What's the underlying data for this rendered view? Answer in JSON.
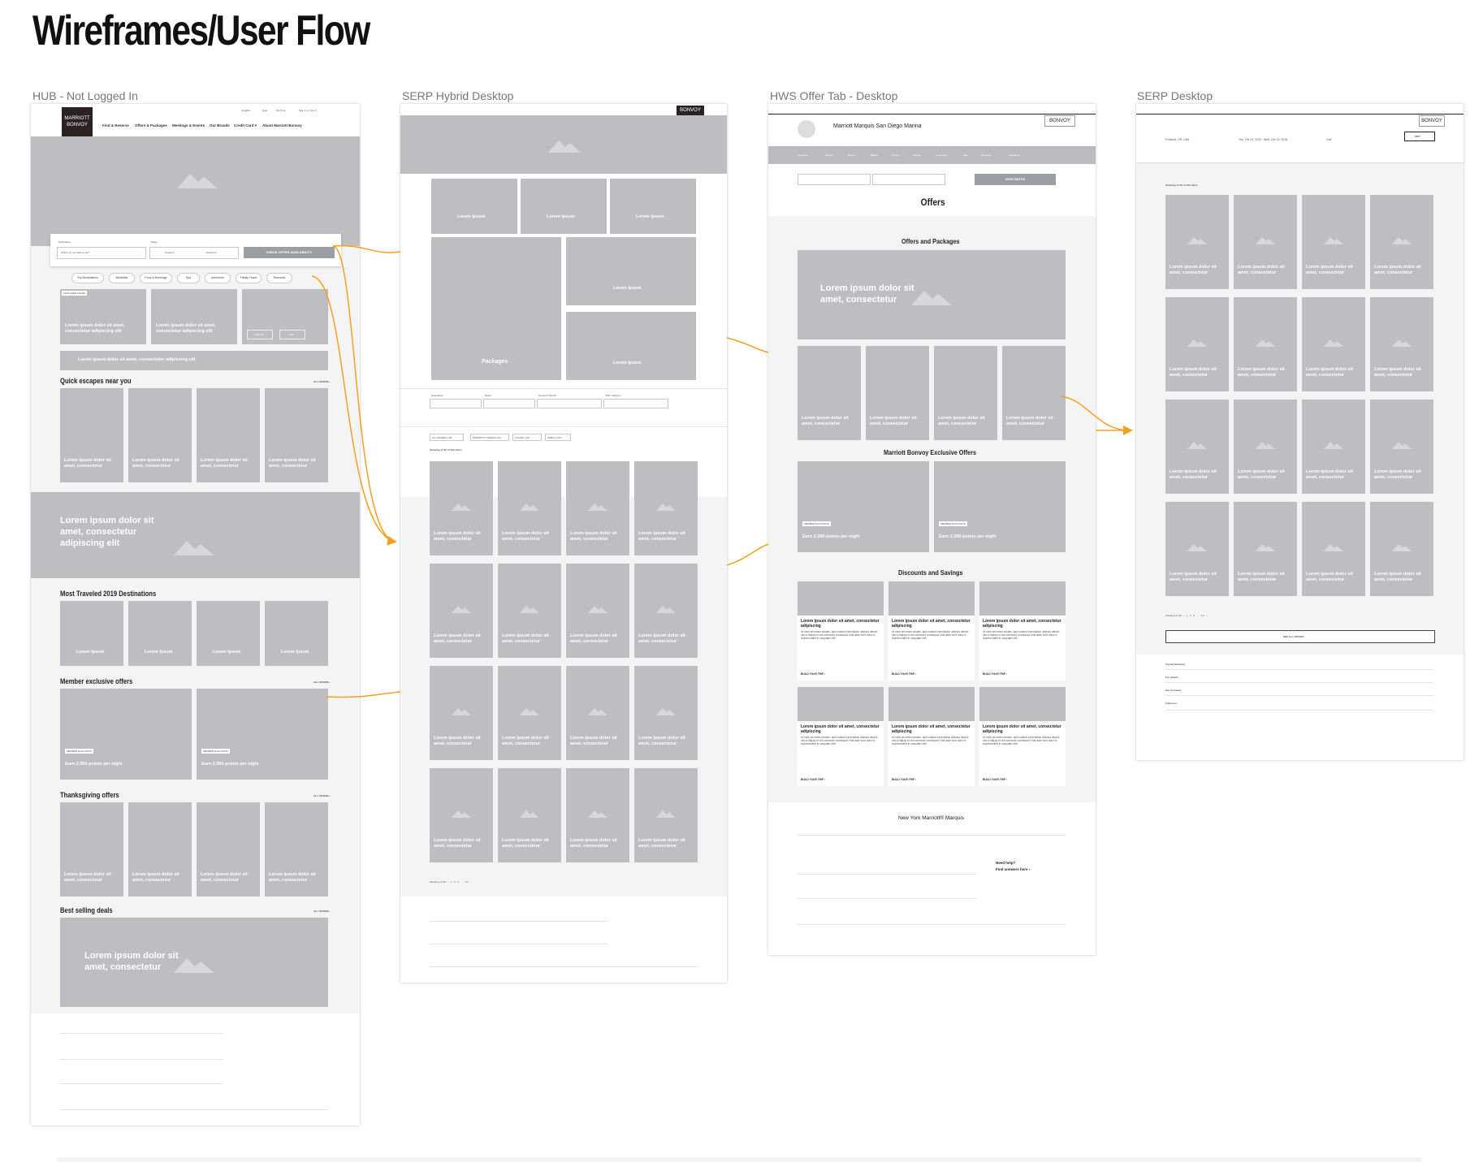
{
  "title": "Wireframes/User Flow",
  "frames": {
    "hub": {
      "label": "HUB - Not Logged In",
      "logo": [
        "MARRIOTT",
        "BONVOY"
      ],
      "nav": [
        "Find & Reserve",
        "Offers & Packages",
        "Meetings & Events",
        "Our Brands",
        "Credit Card ▾",
        "About Marriott Bonvoy"
      ],
      "util": [
        "English",
        "Help",
        "My Trips",
        "Sign in or Join ▾"
      ],
      "search": {
        "destination_label": "Destination",
        "destination_placeholder": "Where do you want to go?",
        "dates_label": "Dates",
        "checkin": "Check-in",
        "checkout": "Check-out",
        "button": "CHECK OFFER AVAILABILITY"
      },
      "chips": [
        "Top Destinations",
        "Breakfast",
        "Food & Beverage",
        "Spa",
        "Adventure",
        "Family Travel",
        "Romantic"
      ],
      "featured": {
        "badge": "FEATURED OFFER",
        "card_text": "Lorem ipsum dolor sit amet, consectetur adipiscing elit",
        "sign_in": "SIGN IN",
        "join": "JOIN"
      },
      "banner": "Lorem ipsum dolor sit amet, consectetur adipiscing elit",
      "quick_title": "Quick escapes near you",
      "all_offers": "ALL OFFERS ›",
      "card_text": "Lorem ipsum dolor sit amet, consectetur",
      "hero_text": "Lorem ipsum dolor sit amet, consectetur adipiscing elit",
      "most_traveled": "Most Traveled 2019 Destinations",
      "lorem": "Lorem Ipsum",
      "member_title": "Member exclusive offers",
      "member_badge": "MEMBER EXCLUSIVE",
      "member_text": "Earn 2,000 points per night",
      "thanks_title": "Thanksgiving offers",
      "best_title": "Best selling deals",
      "best_text": "Lorem ipsum dolor sit amet, consectetur"
    },
    "serp_hybrid": {
      "label": "SERP Hybrid Desktop",
      "tiles": [
        "Lorem Ipsum",
        "Lorem Ipsum",
        "Lorem Ipsum",
        "Lorem Ipsum",
        "Lorem Ipsum"
      ],
      "packages": "Packages",
      "filters": [
        "Destination",
        "Dates",
        "Keyword Search",
        "Offer Category"
      ],
      "tags": [
        "ALL OFFERS (48)",
        "MARRIOTT OFFERS (43)",
        "LUXURY (41)",
        "FAMILY FUN"
      ],
      "showing": "Showing 17-32 of 102 offers",
      "card_text": "Lorem ipsum dolor sit amet, consectetur",
      "pagination": [
        "‹",
        "1",
        "2",
        "3",
        "…",
        "10",
        "›"
      ]
    },
    "hws": {
      "label": "HWS Offer Tab - Desktop",
      "hotel": "Marriott Marquis San Diego Marina",
      "tabs": [
        "Overview",
        "Photos",
        "Rooms",
        "Offers",
        "Dining",
        "Fitness",
        "Local Area",
        "Map",
        "Meetings",
        "Weddings"
      ],
      "view_rates": "VIEW RATES",
      "offers_title": "Offers",
      "packages_title": "Offers and Packages",
      "hero_text": "Lorem ipsum dolor sit amet, consectetur",
      "card_text": "Lorem ipsum dolor sit amet, consectetur",
      "exclusive_title": "Marriott Bonvoy Exclusive Offers",
      "member_text": "Earn 2,000 points per night",
      "discounts_title": "Discounts and Savings",
      "disc_title": "Lorem ipsum dolor sit amet, consectetur adipiscing",
      "disc_body": "Ut enim ad minim veniam, quis nostrud exercitation ullamco laboris nisi ut aliquip ex ea commodo consequat. Duis aute irure dolor in reprehenderit in voluptate velit",
      "disc_link": "BUILD YOUR TRIP ›",
      "footer_hotel": "New York Marriott® Marquis",
      "need_help": "Need help?",
      "find_answers": "Find answers here ›"
    },
    "serp": {
      "label": "SERP Desktop",
      "destination": "Portland, OR, USA",
      "dates": "Tue, Oct 22, 2019 - Wed, Oct 23, 2019",
      "keyword": "Golf",
      "edit": "EDIT",
      "showing": "Showing 17-32 of 102 offers",
      "card_text": "Lorem ipsum dolor sit amet, consectetur",
      "see_all": "SEE ALL OFFERS",
      "footer": [
        "Top Destinations",
        "For Guests",
        "Our Company",
        "Follow us"
      ]
    }
  }
}
